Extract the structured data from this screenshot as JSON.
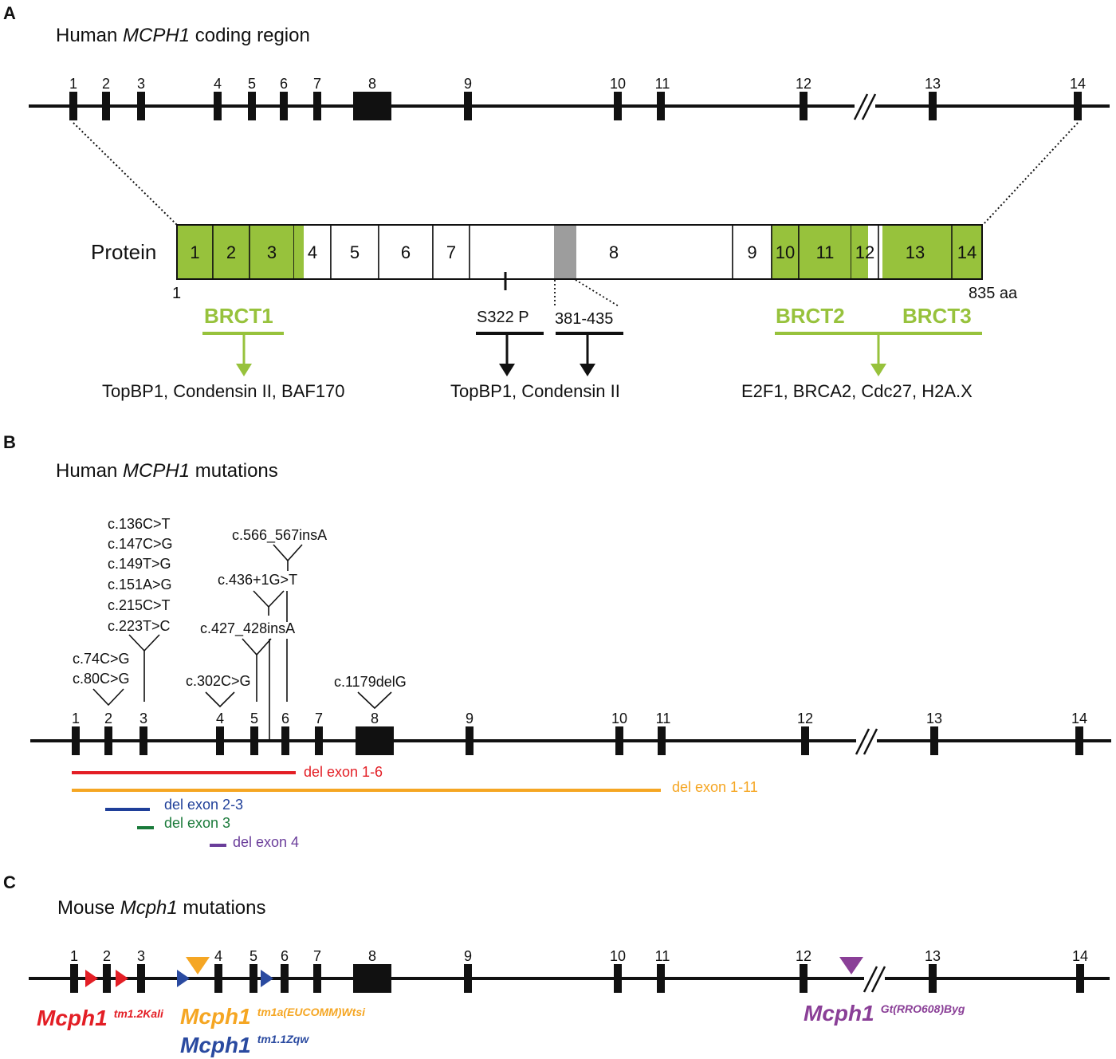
{
  "panels": {
    "A": {
      "letter": "A",
      "title_prefix": "Human ",
      "title_gene": "MCPH1",
      "title_suffix": " coding region",
      "exons": [
        "1",
        "2",
        "3",
        "4",
        "5",
        "6",
        "7",
        "8",
        "9",
        "10",
        "11",
        "12",
        "13",
        "14"
      ],
      "protein_label": "Protein",
      "protein_start": "1",
      "protein_end": "835 aa",
      "protein_segments": [
        "1",
        "2",
        "3",
        "4",
        "5",
        "6",
        "7",
        "8",
        "9",
        "10",
        "11",
        "12",
        "13",
        "14"
      ],
      "site_label": "S322 P",
      "region_label": "381-435",
      "brct1": "BRCT1",
      "brct2": "BRCT2",
      "brct3": "BRCT3",
      "partners_brct1": "TopBP1, Condensin II, BAF170",
      "partners_mid": "TopBP1, Condensin II",
      "partners_brct23": "E2F1, BRCA2, Cdc27, H2A.X"
    },
    "B": {
      "letter": "B",
      "title_prefix": "Human ",
      "title_gene": "MCPH1",
      "title_suffix": " mutations",
      "exons": [
        "1",
        "2",
        "3",
        "4",
        "5",
        "6",
        "7",
        "8",
        "9",
        "10",
        "11",
        "12",
        "13",
        "14"
      ],
      "mutations_ex3": [
        "c.136C>T",
        "c.147C>G",
        "c.149T>G",
        "c.151A>G",
        "c.215C>T",
        "c.223T>C"
      ],
      "mutations_ex2": [
        "c.74C>G",
        "c.80C>G"
      ],
      "mut_566": "c.566_567insA",
      "mut_436": "c.436+1G>T",
      "mut_427": "c.427_428insA",
      "mut_302": "c.302C>G",
      "mut_1179": "c.1179delG",
      "deletions": [
        {
          "label": "del exon 1-6",
          "color": "#e31e25"
        },
        {
          "label": "del exon 1-11",
          "color": "#f5a623"
        },
        {
          "label": "del exon 2-3",
          "color": "#1f3f99"
        },
        {
          "label": "del exon 3",
          "color": "#1a7a3a"
        },
        {
          "label": "del exon 4",
          "color": "#6a3d9a"
        }
      ]
    },
    "C": {
      "letter": "C",
      "title_prefix": "Mouse ",
      "title_gene": "Mcph1",
      "title_suffix": " mutations",
      "exons": [
        "1",
        "2",
        "3",
        "4",
        "5",
        "6",
        "7",
        "8",
        "9",
        "10",
        "11",
        "12",
        "13",
        "14"
      ],
      "alleles": [
        {
          "name": "Mcph1",
          "sup": "tm1.2Kali",
          "color": "#e31e25"
        },
        {
          "name": "Mcph1",
          "sup": "tm1a(EUCOMM)Wtsi",
          "color": "#f5a623"
        },
        {
          "name": "Mcph1",
          "sup": "tm1.1Zqw",
          "color": "#2a4aa0"
        },
        {
          "name": "Mcph1",
          "sup": "Gt(RRO608)Byg",
          "color": "#8a3f97"
        }
      ]
    }
  },
  "colors": {
    "domain_green": "#97c23c",
    "region_gray": "#9d9d9d"
  }
}
